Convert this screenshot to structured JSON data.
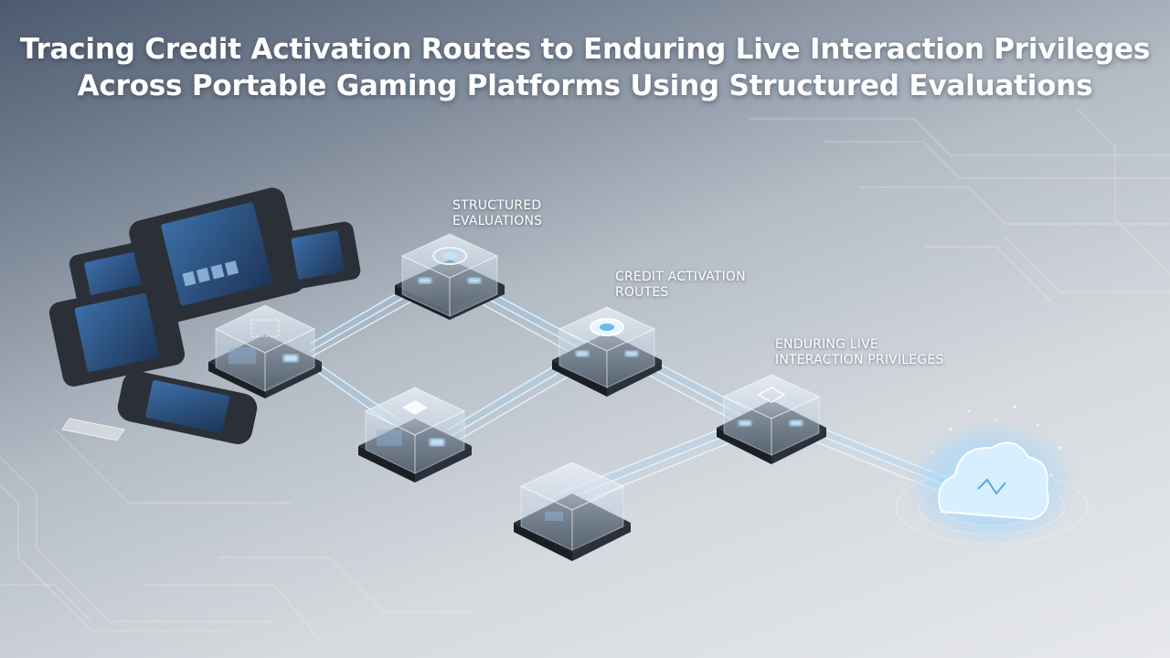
{
  "title": {
    "line1": "Tracing Credit Activation Routes to Enduring Live Interaction Privileges",
    "line2": "Across Portable Gaming Platforms Using Structured Evaluations"
  },
  "labels": {
    "structured_evaluations": [
      "STRUCTURED",
      "EVALUATIONS"
    ],
    "credit_activation_routes": [
      "CREDIT ACTIVATION",
      "ROUTES"
    ],
    "enduring_live_interaction_privileges": [
      "ENDURING LIVE",
      "INTERACTION PRIVILEGES"
    ]
  },
  "colors": {
    "glow": "#8fd0ff",
    "cube_glass": "#dfe9f5",
    "cloud": "#bfe2ff"
  }
}
